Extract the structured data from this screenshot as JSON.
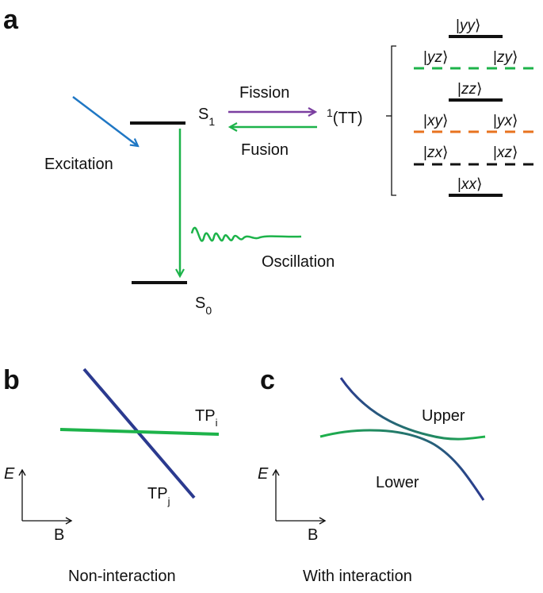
{
  "panels": {
    "a": "a",
    "b": "b",
    "c": "c"
  },
  "panel_a": {
    "s1": "S",
    "s1_sub": "1",
    "s0": "S",
    "s0_sub": "0",
    "tt_sup": "1",
    "tt": "(TT)",
    "fission": "Fission",
    "fusion": "Fusion",
    "excitation": "Excitation",
    "oscillation": "Oscillation",
    "states": [
      "yy",
      "yz",
      "zy",
      "zz",
      "xy",
      "yx",
      "zx",
      "xz",
      "xx"
    ]
  },
  "panel_b": {
    "tp_i": "TP",
    "tp_i_sub": "i",
    "tp_j": "TP",
    "tp_j_sub": "j",
    "axis_e": "E",
    "axis_b": "B",
    "caption": "Non-interaction"
  },
  "panel_c": {
    "upper": "Upper",
    "lower": "Lower",
    "axis_e": "E",
    "axis_b": "B",
    "caption": "With interaction"
  },
  "colors": {
    "black": "#111111",
    "blue": "#1f77c4",
    "green": "#1db34a",
    "purple": "#7b3fa0",
    "orange": "#e8731f",
    "navy": "#2b3a8f",
    "teal": "#1a9e5c"
  }
}
